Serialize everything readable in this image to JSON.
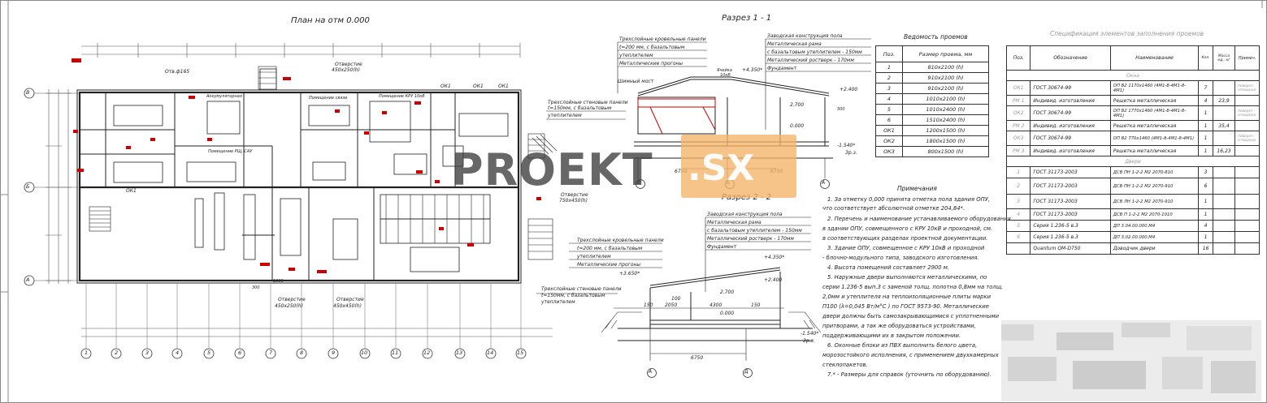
{
  "plan": {
    "title": "План на отм 0.000",
    "axes_rows": [
      "В",
      "Б",
      "А"
    ],
    "axes_cols": [
      "1",
      "2",
      "3",
      "4",
      "5",
      "6",
      "7",
      "8",
      "9",
      "10",
      "11",
      "12",
      "13",
      "14",
      "15"
    ],
    "labels": {
      "otv1": "Отв.ф165",
      "otv2": "Отверстие",
      "otv2b": "450x250(h)",
      "otv3": "Отверстие",
      "otv3b": "750x450(h)",
      "otv4": "Отверстие",
      "otv4b": "450x250(h)",
      "otv5": "Отверстие",
      "otv5b": "450x450(h)",
      "dk1a": "ОК1",
      "dk1b": "ОК1",
      "dk1c": "ОК1",
      "dk1d": "ОК1",
      "d300": "300",
      "d1000": "1000",
      "room1": "Помещение КРУ 10кВ",
      "room2": "Помещение РЩ, САУ",
      "room3": "Аккумуляторная",
      "room4": "Помещение связи"
    }
  },
  "section11": {
    "title": "Разрез 1 - 1",
    "roof_panels": [
      "Трехслойные кровельные панели",
      "t=200 мм, с базальтовым",
      "утеплителем",
      "Металлические прогоны"
    ],
    "wall_panels": [
      "Трехслойные стеновые панели",
      "t=150мм, с базальтовым",
      "утеплителем"
    ],
    "floor": [
      "Заводская конструкция пола",
      "Металлическая рама",
      "с базальтовым утеплителем - 150мм",
      "Металлический ростверк - 170мм",
      "Фундамент"
    ],
    "shim": "Шимный мост",
    "el1": "+4.350*",
    "el2": "+2.400",
    "el3": "2.700",
    "el4": "0.000",
    "el5": "-1.540*",
    "el5b": "Зр.з.",
    "dim1": "6750",
    "dim2": "6750",
    "axes": [
      "В",
      "Б",
      "А"
    ],
    "note_yacheika": "Ячейка",
    "note_10kv": "10кВ",
    "d500": "500"
  },
  "section22": {
    "title": "Разрез 2 - 2",
    "roof_panels": [
      "Трехслойные кровельные панели",
      "t=200 мм, с базальтовым",
      "утеплителем",
      "Металлические прогоны"
    ],
    "wall_panels": [
      "Трехслойные стеновые панели",
      "t=150мм, с базальтовым",
      "утеплителем"
    ],
    "floor": [
      "Заводская конструкция пола",
      "Металлическая рама",
      "с базальтовым утеплителем - 150мм",
      "Металлический ростверк - 170мм",
      "Фундамент"
    ],
    "el1": "+4.350*",
    "el2": "+3.650*",
    "el3": "+2.400",
    "el4": "2.700",
    "el5": "0.000",
    "el6": "-1.540*",
    "el6b": "Зр.з.",
    "dim_total": "6750",
    "dims": [
      "150",
      "2050",
      "100",
      "4300",
      "150"
    ],
    "axes": [
      "А",
      "Д"
    ]
  },
  "openings": {
    "title": "Ведомость проемов",
    "headers": [
      "Поз.",
      "Размер проема, мм"
    ],
    "rows": [
      [
        "1",
        "810x2100 (h)"
      ],
      [
        "2",
        "910x2100 (h)"
      ],
      [
        "3",
        "910x2100 (h)"
      ],
      [
        "4",
        "1010x2100 (h)"
      ],
      [
        "5",
        "1010x2400 (h)"
      ],
      [
        "6",
        "1510x2400 (h)"
      ],
      [
        "ОК1",
        "1200x1500 (h)"
      ],
      [
        "ОК2",
        "1800x1500 (h)"
      ],
      [
        "ОК3",
        "800x1500 (h)"
      ]
    ]
  },
  "notes": {
    "title": "Примечания",
    "lines": [
      "1. За отметку 0,000 принята отметка пола здания ОПУ,",
      "что соответствует абсолютной отметке 204,84*.",
      "2. Перечень и наименование устанавливаемого оборудования",
      "в здании ОПУ, совмещенного с КРУ 10кВ и проходной, см.",
      "в соответствующих разделах проектной документации.",
      "3. Здание ОПУ, совмещенное с КРУ 10кВ и проходной",
      "- блочно-модульного типа, заводского изготовления.",
      "4. Высота помещений составляет 2900 м.",
      "5. Наружные двери выполняются металлическими, по",
      "серии 1.236-5 вып.3 с заменой толщ. полотна 0,8мм на толщ.",
      "2,0мм и утеплителя на теплоизоляционные плиты марки",
      "П100 (λ=0,045 Вт/м°С ) по ГОСТ 9573-90. Металлические",
      "двери должны быть самозакрывающимися с уплотненными",
      "притворами, а так же оборудоваться устройствами,",
      "поддерживающими их в закрытом положении.",
      "6. Оконные блоки из ПВХ выполнить белого цвета,",
      "морозостойкого исполнения, с применением двухкамерных",
      "стеклопакетов.",
      "7.* - Размеры для справок (уточнить по оборудованию)."
    ]
  },
  "spec": {
    "title": "Спецификация элементов заполнения проемов",
    "headers": [
      "Поз.",
      "Обозначение",
      "Наименование",
      "Кол.",
      "Масса ед., кг",
      "Примеч."
    ],
    "section_windows": "Окна",
    "section_doors": "Двери",
    "rows_windows": [
      [
        "ОК1",
        "ГОСТ 30674-99",
        "ОП В2 1170х1460 (4М1-8-4М1-8-4М1)",
        "7",
        "",
        "поворот.- откидные"
      ],
      [
        "РМ 1",
        "Индивид. изготовления",
        "Решетка металлическая",
        "4",
        "23,9",
        ""
      ],
      [
        "ОК2",
        "ГОСТ 30674-99",
        "ОП В2 1770х1460 (4М1-8-4М1-8-4М1)",
        "1",
        "",
        "поворот.- откидные"
      ],
      [
        "РМ 2",
        "Индивид. изготовления",
        "Решетка металлическая",
        "1",
        "35,4",
        ""
      ],
      [
        "ОК3",
        "ГОСТ 30674-99",
        "ОП В2 770х1460 (4М1-8-4М1-8-4М1)",
        "1",
        "",
        "поворот.- откидные"
      ],
      [
        "РМ 3",
        "Индивид. изготовления",
        "Решетка металлическая",
        "1",
        "16,23",
        ""
      ]
    ],
    "rows_doors": [
      [
        "1",
        "ГОСТ 31173-2003",
        "ДСВ ПН 1-2-2 М2 2070-810",
        "3",
        "",
        ""
      ],
      [
        "2",
        "ГОСТ 31173-2003",
        "ДСВ ПН 1-2-2 М2 2070-910",
        "6",
        "",
        ""
      ],
      [
        "3",
        "ГОСТ 31173-2003",
        "ДСВ ЛН 1-2-2 М2 2070-910",
        "1",
        "",
        ""
      ],
      [
        "4",
        "ГОСТ 31173-2003",
        "ДСВ П 1-2-2 М2 2070-1010",
        "1",
        "",
        ""
      ],
      [
        "5",
        "Серия 1.236-5 в.3",
        "ДП 3.04.00.000.М4",
        "4",
        "",
        ""
      ],
      [
        "6",
        "Серия 1.236-5 в.3",
        "ДП 3.02.00.000.М4",
        "1",
        "",
        ""
      ],
      [
        "",
        "Quantum QM-D750",
        "Доводчик двери",
        "16",
        "",
        ""
      ]
    ]
  },
  "watermark": {
    "left": "PROEKT",
    "right": ".SX",
    "colors": {
      "grey": "#4a4a4a",
      "orange": "#f3b266",
      "red": "#cc0000"
    }
  }
}
